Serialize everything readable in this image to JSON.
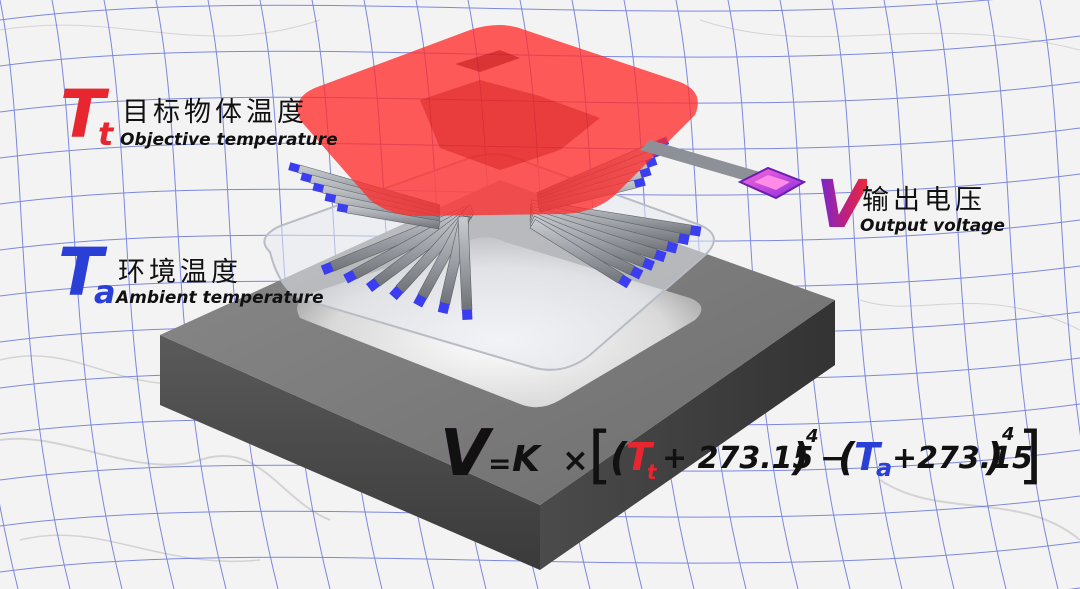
{
  "labels": {
    "objective": {
      "symbol": "T",
      "subscript": "t",
      "cn": "目标物体温度",
      "en": "Objective temperature"
    },
    "ambient": {
      "symbol": "T",
      "subscript": "a",
      "cn": "环境温度",
      "en": "Ambient temperature"
    },
    "output": {
      "symbol": "V",
      "cn": "输出电压",
      "en": "Output voltage"
    }
  },
  "formula": {
    "v": "V",
    "eq": "=",
    "k": "K",
    "times": "×",
    "lbracket": "[",
    "lparen": "(",
    "t1": "T",
    "t1_sub": "t",
    "plus_const": "+ 273.15",
    "rparen": ")",
    "exp": "4",
    "minus": "−",
    "t2": "T",
    "t2_sub": "a",
    "plus_const2": "+273.15",
    "rbracket": "]"
  },
  "colors": {
    "objective": "#e8262f",
    "ambient": "#2a3fd6",
    "voltage_gradient_start": "#6b2ad8",
    "voltage_gradient_end": "#e82a3a"
  }
}
